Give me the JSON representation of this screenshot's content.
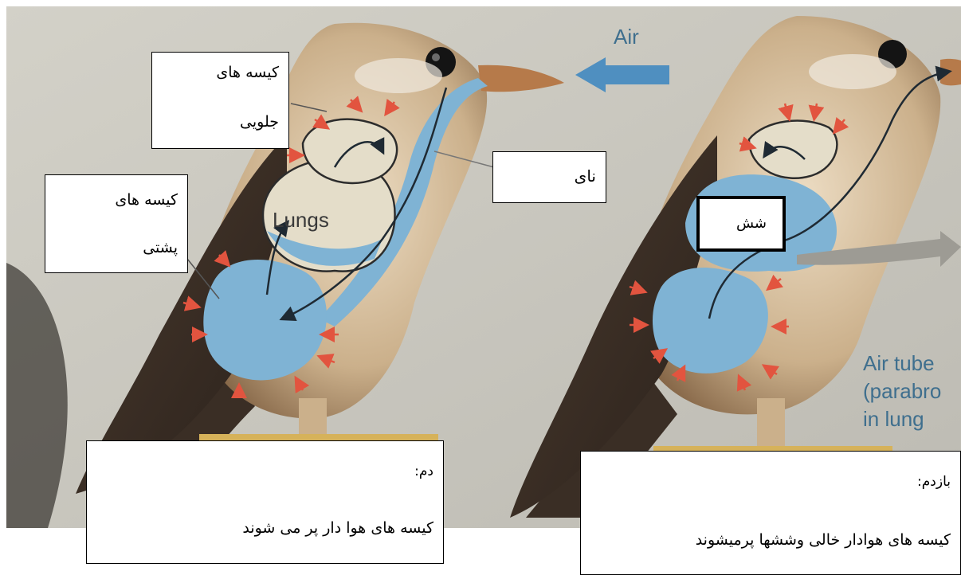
{
  "diagram": {
    "printed": {
      "air_label": "Air",
      "lungs_label": "Lungs",
      "air_tube_lines": [
        "Air tube",
        "(parabro",
        "in lung"
      ]
    },
    "annotations": {
      "anterior_sacs": [
        "کیسه های",
        "جلویی"
      ],
      "trachea": "نای",
      "posterior_sacs": [
        "کیسه های",
        "پشتی"
      ],
      "lung": "شش",
      "inhale": {
        "title": "دم:",
        "text": "کیسه های هوا دار پر می شوند"
      },
      "exhale": {
        "title": "بازدم:",
        "text": "کیسه های هوادار خالی وششها پرمیشوند"
      }
    },
    "colors": {
      "background": "#c9c7bf",
      "bird_body": "#c7ab86",
      "air_sac_blue": "#7fb3d4",
      "flow_arrow": "#1f2a33",
      "pressure_arrow": "#e2543f",
      "printed_text": "#3f6f8e"
    }
  }
}
